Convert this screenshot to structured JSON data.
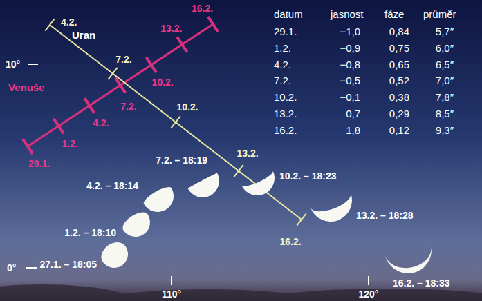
{
  "diagram": {
    "labels": [
      "datum",
      "jasnost",
      "fáze",
      "průměr",
      "29.1.",
      "−1,0",
      "0,84",
      "5,7″",
      "1.2.",
      "−0,9",
      "0,75",
      "6,0″",
      "4.2.",
      "−0,8",
      "0,65",
      "6,5″",
      "7.2.",
      "−0,5",
      "0,52",
      "7,0″",
      "10.2.",
      "−0,1",
      "0,38",
      "7,8″",
      "13.2.",
      "0,7",
      "0,29",
      "8,5″",
      "16.2.",
      "1,8",
      "0,12",
      "9,3″",
      "Venuše",
      "29.1.",
      "1.2.",
      "4.2.",
      "7.2.",
      "10.2.",
      "13.2.",
      "16.2.",
      "Uran",
      "4.2.",
      "7.2.",
      "10.2.",
      "13.2.",
      "16.2.",
      "27.1. – 18:05",
      "1.2. – 18:10",
      "4.2. – 18:14",
      "7.2. – 18:19",
      "10.2. – 18:23",
      "13.2. – 18:28",
      "16.2. – 18:33",
      "10°",
      "0°",
      "110°",
      "120°"
    ]
  }
}
